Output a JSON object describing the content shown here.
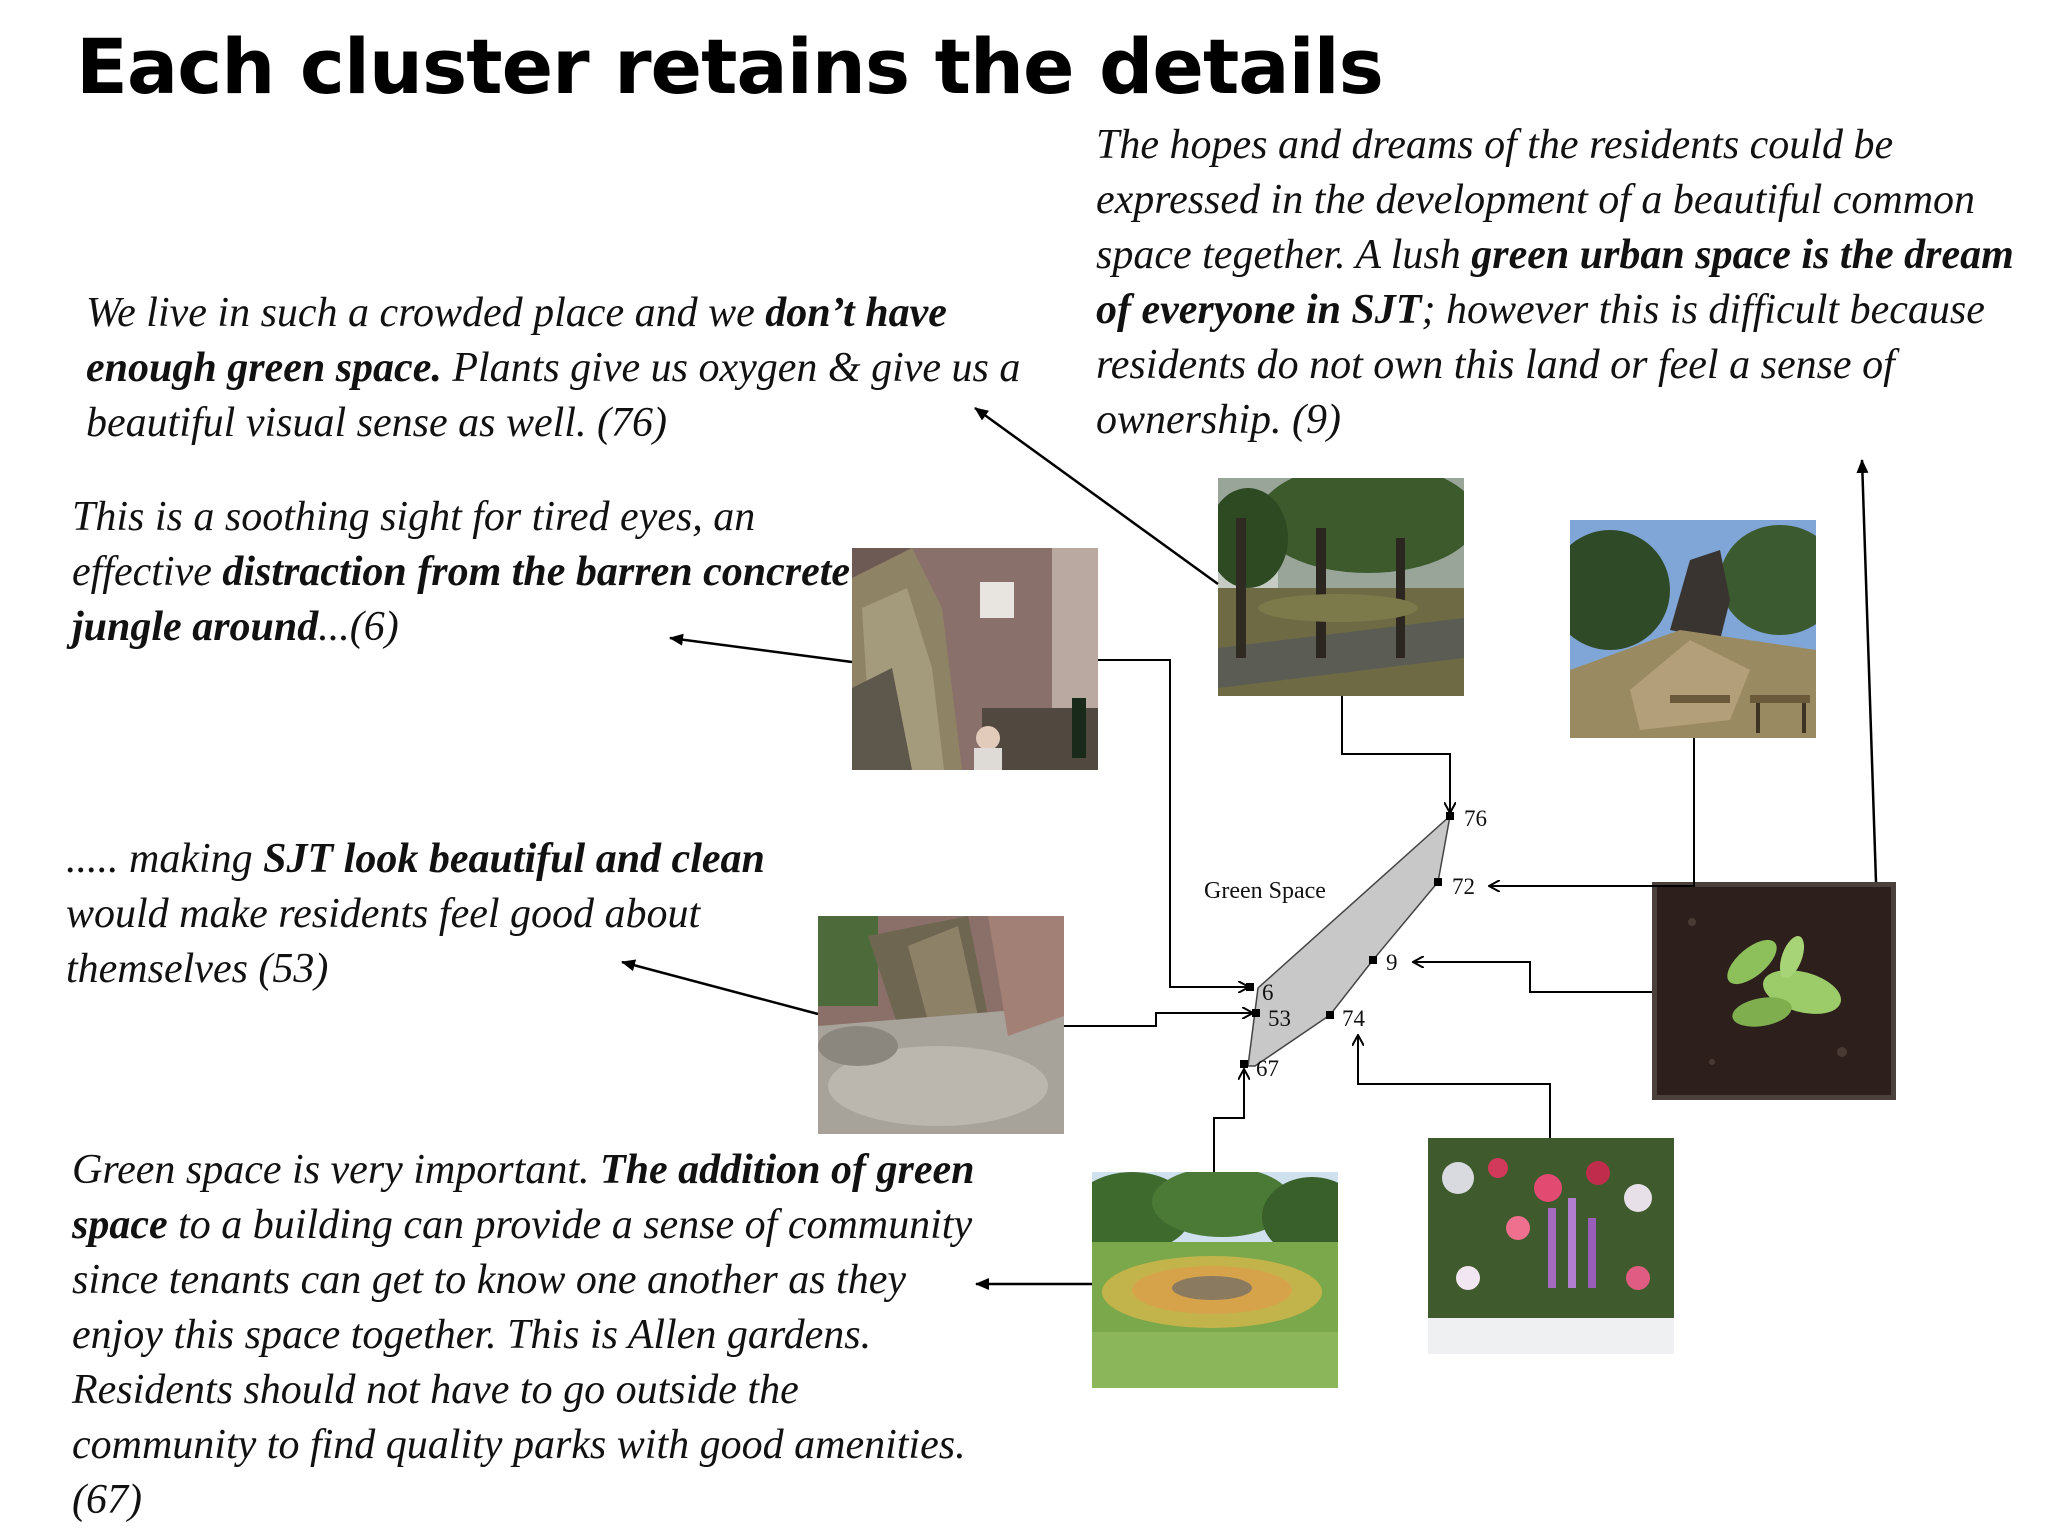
{
  "title": "Each cluster retains the details",
  "quotes": {
    "q76": {
      "a": "We live in such a crowded place and we ",
      "b": "don’t have enough green space.",
      "c": " Plants give us oxygen & give us a beautiful visual sense as well. (76)"
    },
    "q6": {
      "a": "This is a soothing sight for tired eyes, an effective ",
      "b": "distraction from the barren concrete jungle around",
      "c": "...(6)"
    },
    "q53": {
      "a": "..... making ",
      "b": "SJT look beautiful and clean",
      "c": " would make residents feel good about themselves (53)"
    },
    "q67": {
      "a": "Green space is very important. ",
      "b": "The addition of green space",
      "c": " to a building can provide a sense of community since tenants can get to know one another as they enjoy this space together. This is Allen gardens. Residents should not have to go outside the community to find quality parks with good amenities. (67)"
    },
    "q9": {
      "a": "The hopes and dreams of the residents could be expressed in the development of a beautiful common space tegether. A lush ",
      "b": "green urban space is the dream of everyone in SJT",
      "c": "; however this is difficult because residents do not own this land or feel a sense of ownership. (9)"
    }
  },
  "cluster": {
    "label": "Green Space",
    "points": [
      "76",
      "72",
      "9",
      "6",
      "53",
      "74",
      "67"
    ],
    "fill_color": "#c8c8c8"
  },
  "photos": [
    {
      "id": "rock-wall",
      "depicts": "rock-wall-photo"
    },
    {
      "id": "park-trees",
      "depicts": "park-trees-photo"
    },
    {
      "id": "monument",
      "depicts": "monument-photo"
    },
    {
      "id": "waterfall-rocks",
      "depicts": "waterfall-rocks-photo"
    },
    {
      "id": "hosta-plant",
      "depicts": "hosta-plant-photo"
    },
    {
      "id": "allen-gardens",
      "depicts": "allen-gardens-photo"
    },
    {
      "id": "flower-bed",
      "depicts": "flower-bed-photo"
    }
  ]
}
